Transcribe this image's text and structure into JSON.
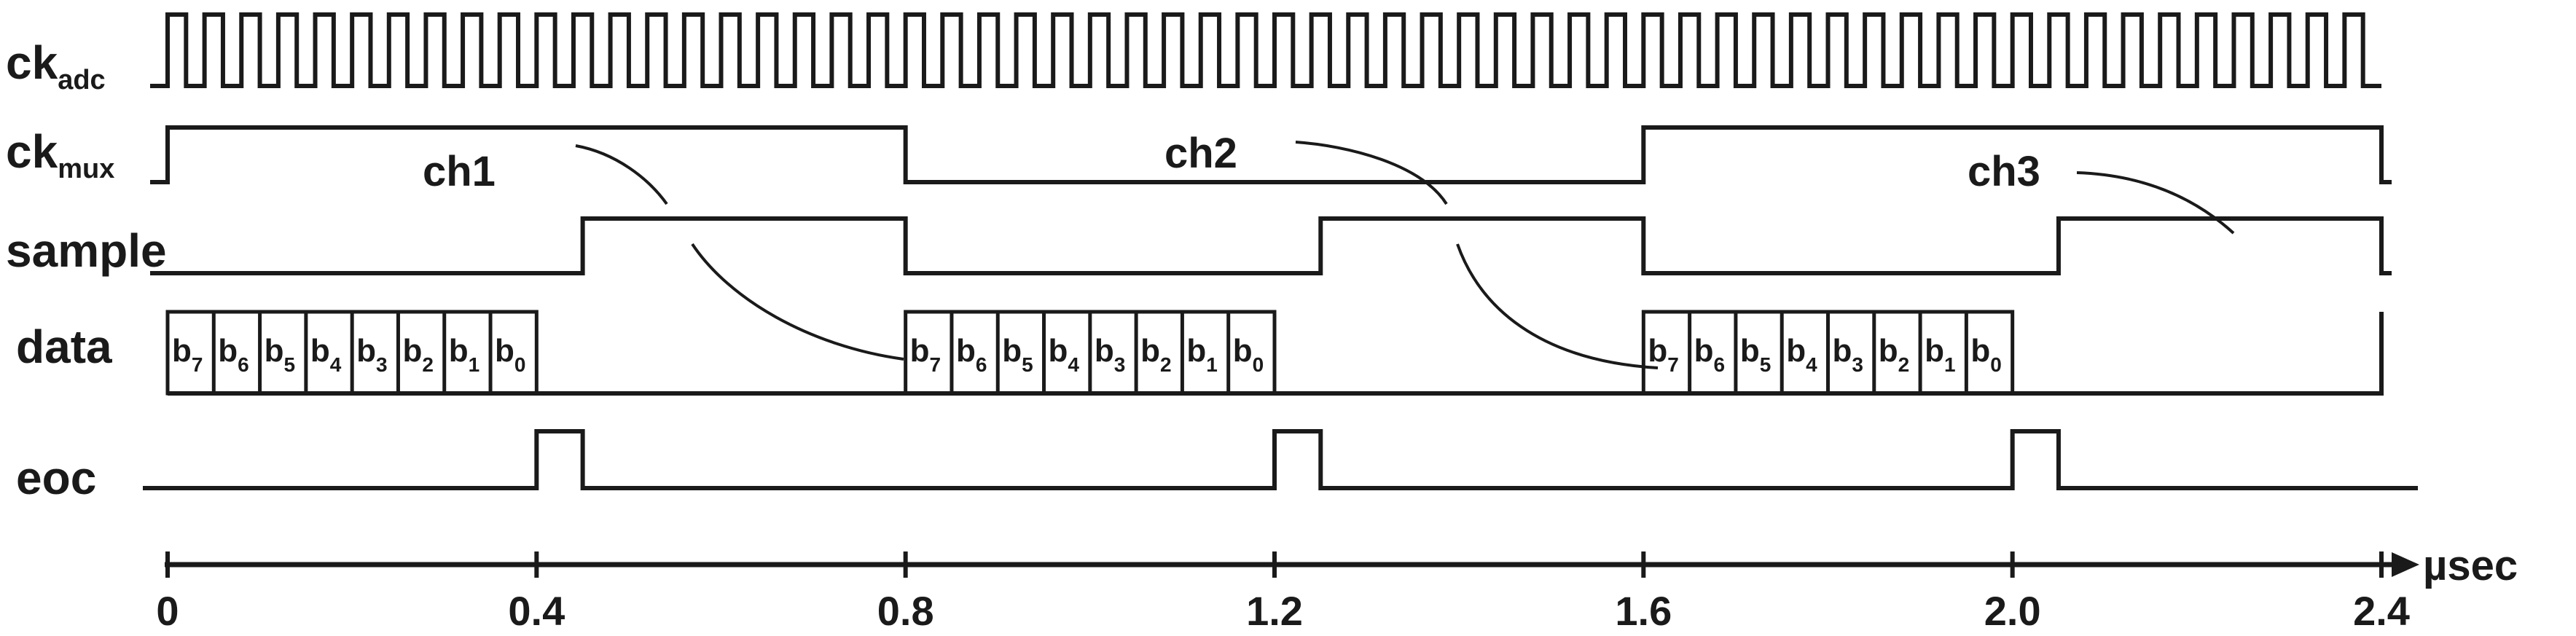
{
  "signals": [
    {
      "id": "ckadc",
      "name": "ck",
      "sub": "adc"
    },
    {
      "id": "ckmux",
      "name": "ck",
      "sub": "mux"
    },
    {
      "id": "sample",
      "name": "sample",
      "sub": ""
    },
    {
      "id": "data",
      "name": "data",
      "sub": ""
    },
    {
      "id": "eoc",
      "name": "eoc",
      "sub": ""
    }
  ],
  "channels": [
    "ch1",
    "ch2",
    "ch3"
  ],
  "bit_labels": [
    "b7",
    "b6",
    "b5",
    "b4",
    "b3",
    "b2",
    "b1",
    "b0"
  ],
  "axis": {
    "unit": "µsec",
    "ticks": [
      "0",
      "0.4",
      "0.8",
      "1.2",
      "1.6",
      "2.0",
      "2.4"
    ],
    "tick_values": [
      0,
      0.4,
      0.8,
      1.2,
      1.6,
      2.0,
      2.4
    ],
    "range": [
      0,
      2.4
    ]
  },
  "waveforms": {
    "ckadc_cycles": 60,
    "ckmux": {
      "initial": 0,
      "edges": [
        0.0,
        0.8,
        1.6,
        2.4
      ],
      "levels": [
        1,
        0,
        1,
        0
      ]
    },
    "sample": {
      "initial": 0,
      "edges": [
        0.45,
        0.8,
        1.25,
        1.6,
        2.05,
        2.4
      ],
      "levels": [
        1,
        0,
        1,
        0,
        1,
        0
      ]
    },
    "eoc_pulses": [
      [
        0.4,
        0.45
      ],
      [
        1.2,
        1.25
      ],
      [
        2.0,
        2.05
      ]
    ],
    "data_words": [
      [
        0.0,
        0.4
      ],
      [
        0.8,
        1.2
      ],
      [
        1.6,
        2.0
      ]
    ]
  }
}
